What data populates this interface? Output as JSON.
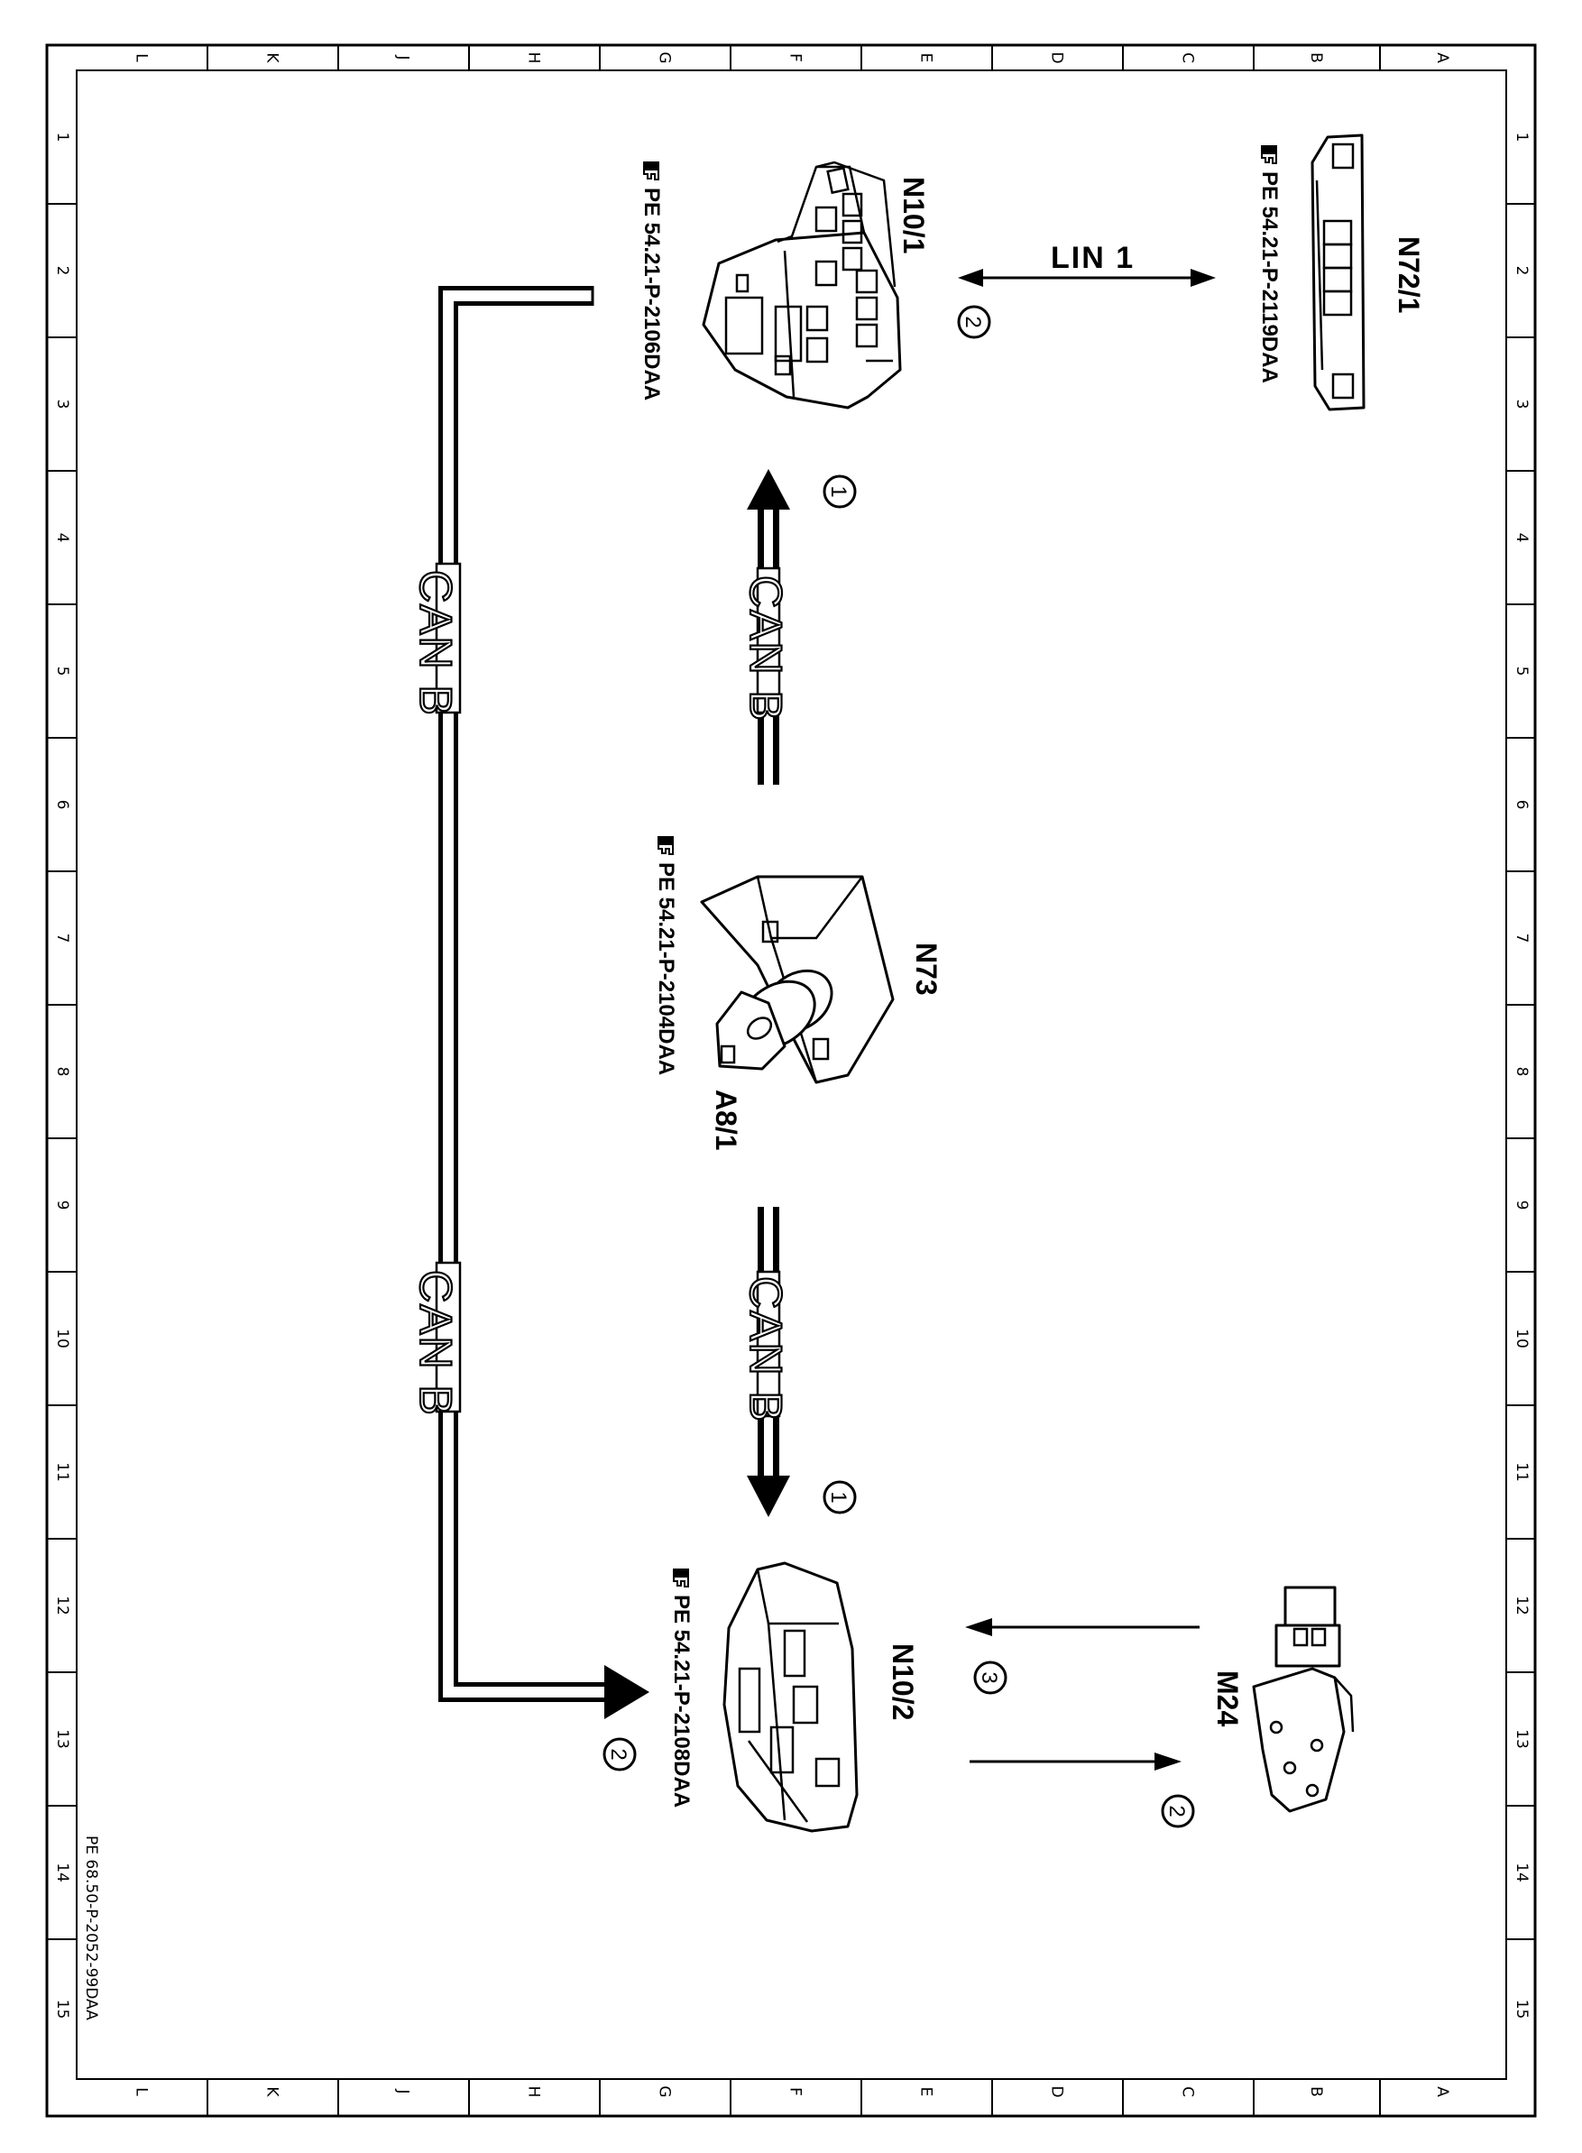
{
  "frame": {
    "column_labels": [
      "L",
      "K",
      "J",
      "H",
      "G",
      "F",
      "E",
      "D",
      "C",
      "B",
      "A"
    ],
    "row_labels": [
      "1",
      "2",
      "3",
      "4",
      "5",
      "6",
      "7",
      "8",
      "9",
      "10",
      "11",
      "12",
      "13",
      "14",
      "15"
    ],
    "document_id": "PE 68.50-P-2052-99DAA"
  },
  "components": {
    "n72_1": {
      "label": "N72/1",
      "ref": "PE 54.21-P-2119DAA"
    },
    "n10_1": {
      "label": "N10/1",
      "ref": "PE 54.21-P-2106DAA"
    },
    "n73": {
      "label": "N73",
      "ref": "PE 54.21-P-2104DAA"
    },
    "a8_1": {
      "label": "A8/1"
    },
    "n10_2": {
      "label": "N10/2",
      "ref": "PE 54.21-P-2108DAA"
    },
    "m24": {
      "label": "M24"
    }
  },
  "connections": {
    "lin": {
      "label": "LIN 1",
      "marker": "2"
    },
    "can_upper": {
      "label": "CAN B",
      "marker": "1"
    },
    "can_lower": {
      "label": "CAN B",
      "marker": "1"
    },
    "can_side_top": {
      "label": "CAN B"
    },
    "can_side_bottom": {
      "label": "CAN B",
      "marker": "2"
    },
    "m24_to_n10_2": {
      "marker": "3"
    },
    "n10_2_to_m24": {
      "marker": "2"
    }
  }
}
